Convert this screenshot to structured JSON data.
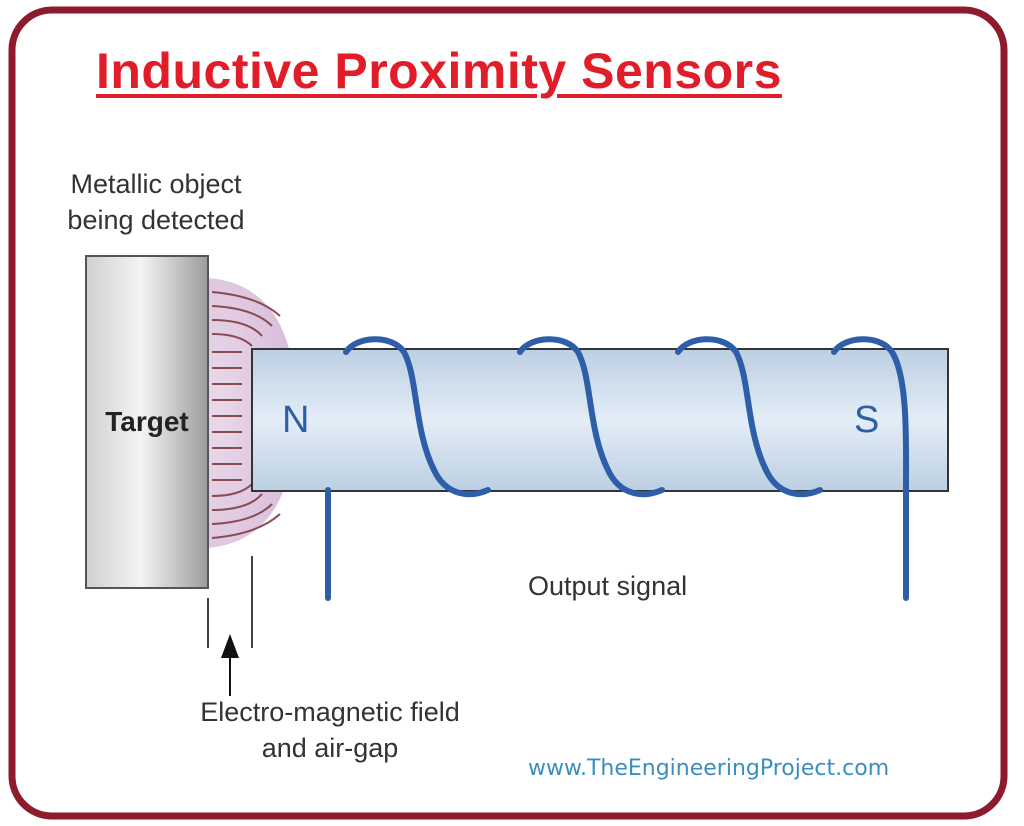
{
  "title": "Inductive Proximity Sensors",
  "labels": {
    "target_desc_line1": "Metallic object",
    "target_desc_line2": "being detected",
    "target": "Target",
    "pole_north": "N",
    "pole_south": "S",
    "output": "Output signal",
    "field_line1": "Electro-magnetic field",
    "field_line2": "and air-gap"
  },
  "watermark": "www.TheEngineeringProject.com",
  "colors": {
    "border": "#8e1b2b",
    "title": "#e11d2a",
    "coil": "#2f5ea8",
    "field_lines": "#8a4a55",
    "field_glow": "#d9c3dc",
    "watermark": "#3a8fc0"
  }
}
